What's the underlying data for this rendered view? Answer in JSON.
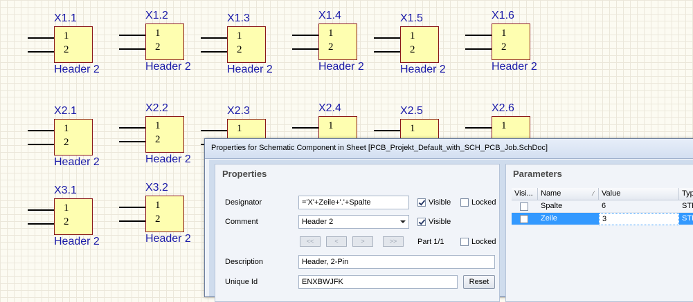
{
  "components": [
    {
      "designator": "X1.1",
      "comment": "Header 2",
      "pins": [
        "1",
        "2"
      ]
    },
    {
      "designator": "X1.2",
      "comment": "Header 2",
      "pins": [
        "1",
        "2"
      ]
    },
    {
      "designator": "X1.3",
      "comment": "Header 2",
      "pins": [
        "1",
        "2"
      ]
    },
    {
      "designator": "X1.4",
      "comment": "Header 2",
      "pins": [
        "1",
        "2"
      ]
    },
    {
      "designator": "X1.5",
      "comment": "Header 2",
      "pins": [
        "1",
        "2"
      ]
    },
    {
      "designator": "X1.6",
      "comment": "Header 2",
      "pins": [
        "1",
        "2"
      ]
    },
    {
      "designator": "X2.1",
      "comment": "Header 2",
      "pins": [
        "1",
        "2"
      ]
    },
    {
      "designator": "X2.2",
      "comment": "Header 2",
      "pins": [
        "1",
        "2"
      ]
    },
    {
      "designator": "X2.3",
      "comment": "",
      "pins": [
        "1",
        ""
      ]
    },
    {
      "designator": "X2.4",
      "comment": "",
      "pins": [
        "1",
        ""
      ]
    },
    {
      "designator": "X2.5",
      "comment": "",
      "pins": [
        "1",
        ""
      ]
    },
    {
      "designator": "X2.6",
      "comment": "",
      "pins": [
        "1",
        ""
      ]
    },
    {
      "designator": "X3.1",
      "comment": "Header 2",
      "pins": [
        "1",
        "2"
      ]
    },
    {
      "designator": "X3.2",
      "comment": "Header 2",
      "pins": [
        "1",
        "2"
      ]
    }
  ],
  "dialog": {
    "title": "Properties for Schematic Component in Sheet [PCB_Projekt_Default_with_SCH_PCB_Job.SchDoc]",
    "properties": {
      "heading": "Properties",
      "designator_label": "Designator",
      "designator_value": "='X'+Zeile+'.'+Spalte",
      "comment_label": "Comment",
      "comment_value": "Header 2",
      "visible_label": "Visible",
      "locked_label": "Locked",
      "nav_first": "<<",
      "nav_prev": "<",
      "nav_next": ">",
      "nav_last": ">>",
      "part_label": "Part 1/1",
      "description_label": "Description",
      "description_value": "Header, 2-Pin",
      "unique_id_label": "Unique Id",
      "unique_id_value": "ENXBWJFK",
      "reset_label": "Reset"
    },
    "parameters": {
      "heading": "Parameters",
      "columns": [
        "Visi...",
        "Name",
        "Value",
        "Typ"
      ],
      "rows": [
        {
          "visible": false,
          "name": "Spalte",
          "value": "6",
          "type": "STR"
        },
        {
          "visible": false,
          "name": "Zeile",
          "value": "3",
          "type": "STR"
        }
      ],
      "selected_row": 1
    }
  }
}
